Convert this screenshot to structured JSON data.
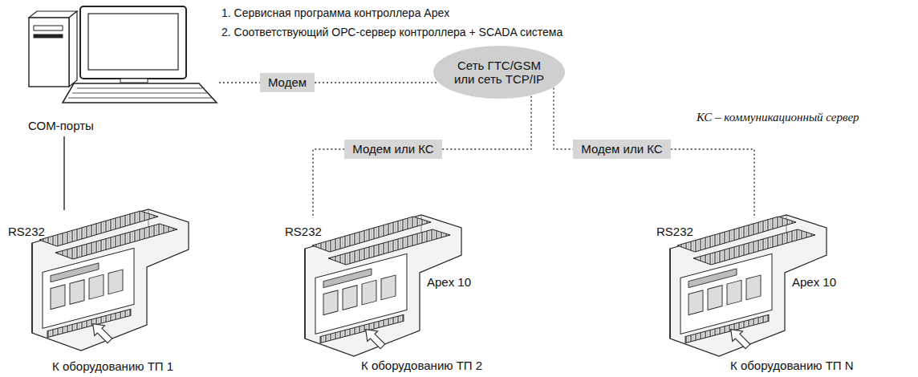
{
  "diagram": {
    "nodes": [
      {
        "text": [
          "СОМ-порты"
        ]
      },
      {
        "text": [
          "Модем"
        ]
      },
      {
        "text": [
          "Сеть ГТС/GSM или сеть TCP/IP"
        ]
      },
      {
        "text": [
          "Модем или КС"
        ]
      },
      {
        "text": [
          "Модем или КС"
        ]
      },
      {
        "text": [
          "RS232",
          "К оборудованию ТП 1"
        ]
      },
      {
        "text": [
          "RS232",
          "Apex 10",
          "К оборудованию ТП 2"
        ]
      },
      {
        "text": [
          "RS232",
          "Apex 10",
          "К оборудованию ТП N"
        ]
      }
    ],
    "edges": [
      {
        "from": 0,
        "to": 1,
        "arrow": "none"
      },
      {
        "from": 1,
        "to": 2,
        "arrow": "none"
      },
      {
        "from": 2,
        "to": 3,
        "arrow": "none"
      },
      {
        "from": 2,
        "to": 4,
        "arrow": "none"
      },
      {
        "from": 3,
        "to": 6,
        "arrow": "none"
      },
      {
        "from": 4,
        "to": 7,
        "arrow": "none"
      },
      {
        "from": 0,
        "to": 5,
        "arrow": "none"
      }
    ],
    "labels": [
      "1. Сервисная программа контроллера Apex",
      "2. Соответствующий ОРС-сервер контроллера + SCADA система",
      "КС – коммуникационный сервер"
    ]
  }
}
